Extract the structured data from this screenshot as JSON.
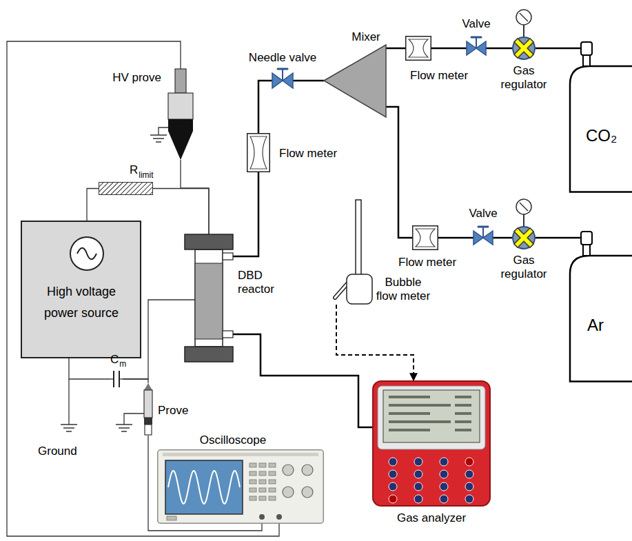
{
  "diagram": {
    "nodes": [
      {
        "text": [
          "HV prove"
        ]
      },
      {
        "text": [
          "Needle valve"
        ]
      },
      {
        "text": [
          "Mixer"
        ]
      },
      {
        "text": [
          "Flow meter"
        ]
      },
      {
        "text": [
          "Valve"
        ]
      },
      {
        "text": [
          "Gas regulator"
        ]
      },
      {
        "text": [
          "CO₂"
        ]
      },
      {
        "text": [
          "Flow meter"
        ]
      },
      {
        "text": [
          "R",
          "limit"
        ]
      },
      {
        "text": [
          "High voltage power source"
        ]
      },
      {
        "text": [
          "DBD reactor"
        ]
      },
      {
        "text": [
          "Flow meter"
        ]
      },
      {
        "text": [
          "Valve"
        ]
      },
      {
        "text": [
          "Gas regulator"
        ]
      },
      {
        "text": [
          "Ar"
        ]
      },
      {
        "text": [
          "Bubble flow meter"
        ]
      },
      {
        "text": [
          "C",
          "m"
        ]
      },
      {
        "text": [
          "Prove"
        ]
      },
      {
        "text": [
          "Oscilloscope"
        ]
      },
      {
        "text": [
          "Gas analyzer"
        ]
      }
    ],
    "edges": [
      {
        "from": 9,
        "to": 8,
        "arrow": "none"
      },
      {
        "from": 8,
        "to": 10,
        "arrow": "none"
      },
      {
        "from": 0,
        "to": 10,
        "arrow": "none"
      },
      {
        "from": 0,
        "to": 18,
        "arrow": "none"
      },
      {
        "from": 10,
        "to": 16,
        "arrow": "none"
      },
      {
        "from": 9,
        "to": 16,
        "arrow": "none"
      },
      {
        "from": 16,
        "to": 17,
        "arrow": "none"
      },
      {
        "from": 17,
        "to": 18,
        "arrow": "none"
      },
      {
        "from": 6,
        "to": 5,
        "arrow": "none"
      },
      {
        "from": 5,
        "to": 4,
        "arrow": "none"
      },
      {
        "from": 4,
        "to": 3,
        "arrow": "none"
      },
      {
        "from": 3,
        "to": 2,
        "arrow": "none"
      },
      {
        "from": 14,
        "to": 13,
        "arrow": "none"
      },
      {
        "from": 13,
        "to": 12,
        "arrow": "none"
      },
      {
        "from": 12,
        "to": 11,
        "arrow": "none"
      },
      {
        "from": 11,
        "to": 2,
        "arrow": "none"
      },
      {
        "from": 2,
        "to": 1,
        "arrow": "none"
      },
      {
        "from": 1,
        "to": 7,
        "arrow": "none"
      },
      {
        "from": 7,
        "to": 10,
        "arrow": "none"
      },
      {
        "from": 10,
        "to": 19,
        "arrow": "none"
      },
      {
        "from": 15,
        "to": 19,
        "arrow": "to"
      }
    ],
    "labels": [
      "Ground"
    ]
  }
}
